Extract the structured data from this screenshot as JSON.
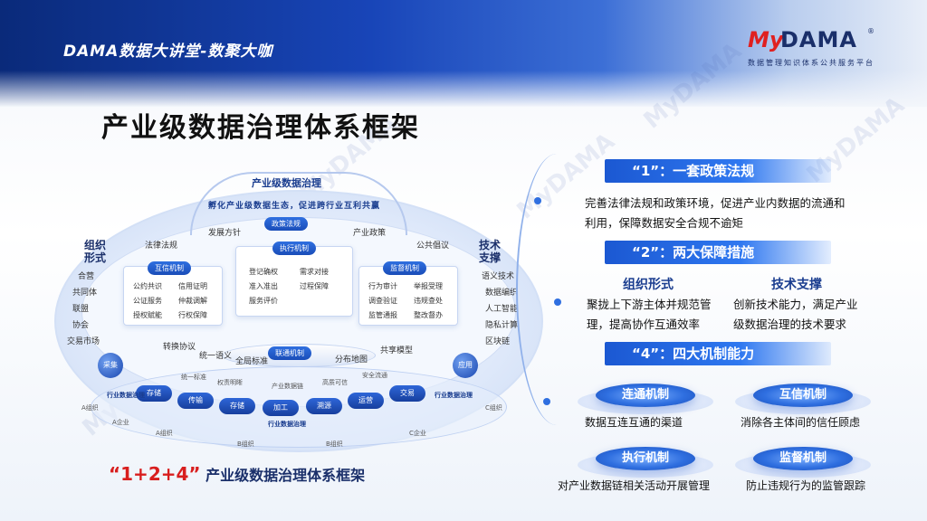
{
  "header": {
    "brand_title": "DAMA数据大讲堂-数聚大咖",
    "logo_my": "My",
    "logo_dama": "DAMA",
    "logo_reg": "®",
    "logo_sub": "数据管理知识体系公共服务平台",
    "watermark": "MyDAMA"
  },
  "main_title": "产业级数据治理体系框架",
  "diagram": {
    "arc_title": "产业级数据治理",
    "arc_subtitle": "孵化产业级数据生态，促进跨行业互利共赢",
    "left_title": "组织\n形式",
    "right_title": "技术\n支撑",
    "left_items": [
      "合营",
      "共同体",
      "联盟",
      "协会",
      "交易市场"
    ],
    "right_items": [
      "语义技术",
      "数据编织",
      "人工智能",
      "隐私计算",
      "区块链"
    ],
    "top_ring": [
      "法律法规",
      "发展方针",
      "政策法规",
      "产业政策",
      "公共倡议"
    ],
    "policy_pill": "政策法规",
    "exec_pill": "执行机制",
    "exec_items": [
      "登记确权",
      "需求对接",
      "准入准出",
      "过程保障",
      "服务评价"
    ],
    "trust_pill": "互信机制",
    "trust_items": [
      "公约共识",
      "信用证明",
      "公证服务",
      "仲裁调解",
      "授权赋能",
      "行权保障"
    ],
    "supervise_pill": "监督机制",
    "supervise_items": [
      "行为审计",
      "举报受理",
      "调查验证",
      "违规查处",
      "监管通报",
      "整改督办"
    ],
    "mid_ring": [
      "转换协议",
      "统一语义",
      "全局标准",
      "联通机制",
      "分布地图",
      "共享模型"
    ],
    "link_pill": "联通机制",
    "chain_items": [
      "统一标准",
      "权责明晰",
      "产业数据链",
      "高质可信",
      "安全流通"
    ],
    "nodes": [
      "采集",
      "存储",
      "传输",
      "存储",
      "加工",
      "溯源",
      "运营",
      "交易",
      "应用"
    ],
    "industry_chain_left": "行业数据治理",
    "industry_chain_center": "行业数据治理",
    "industry_chain_right": "行业数据治理",
    "orgs": [
      "A组织",
      "A企业",
      "A组织",
      "B组织",
      "B组织",
      "C企业",
      "C组织"
    ]
  },
  "bottom_caption": {
    "formula": "“1+2+4”",
    "text": "产业级数据治理体系框架"
  },
  "right": {
    "s1_label": "“1”：一套政策法规",
    "s1_text_1": "完善法律法规和政策环境，促进产业内数据的流通和",
    "s1_text_2": "利用，保障数据安全合规不逾矩",
    "s2_label": "“2”：两大保障措施",
    "s2_left_head": "组织形式",
    "s2_right_head": "技术支撑",
    "s2_left_1": "聚拢上下游主体并规范管",
    "s2_left_2": "理，提高协作互通效率",
    "s2_right_1": "创新技术能力，满足产业",
    "s2_right_2": "级数据治理的技术要求",
    "s4_label": "“4”：四大机制能力",
    "mech": [
      {
        "name": "连通机制",
        "desc": "数据互连互通的渠道"
      },
      {
        "name": "互信机制",
        "desc": "消除各主体间的信任顾虑"
      },
      {
        "name": "执行机制",
        "desc": "对产业数据链相关活动开展管理"
      },
      {
        "name": "监督机制",
        "desc": "防止违规行为的监管跟踪"
      }
    ]
  }
}
